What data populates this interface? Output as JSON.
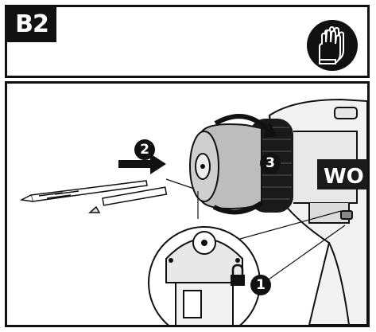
{
  "figure": {
    "id_label": "B2",
    "icons": {
      "header": "gloves-icon",
      "lock": "lock-icon"
    },
    "steps": [
      {
        "number": "1"
      },
      {
        "number": "2"
      },
      {
        "number": "3"
      }
    ],
    "brand_fragment": "WO"
  }
}
